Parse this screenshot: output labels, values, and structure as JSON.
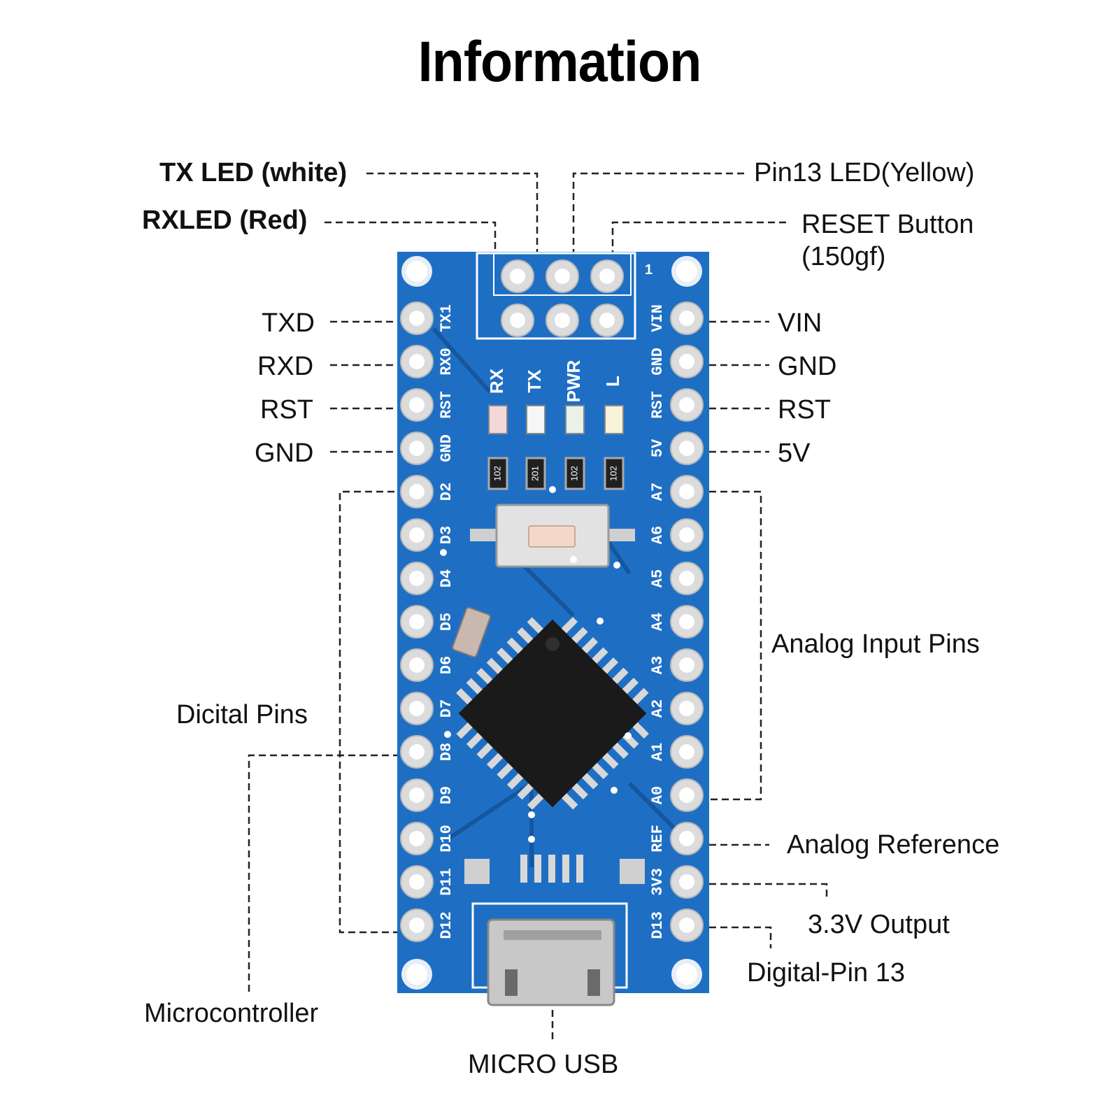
{
  "title": "Information",
  "colors": {
    "board": "#1e6fc4",
    "board_dark": "#15569e",
    "pad": "#dcdcdc",
    "pad_hole": "#ffffff",
    "chip": "#1a1a1a",
    "leader": "#222222"
  },
  "callouts": {
    "tx_led": "TX LED (white)",
    "rx_led": "RXLED (Red)",
    "pin13_led": "Pin13 LED(Yellow)",
    "reset_button": "RESET Button",
    "reset_button_force": "(150gf)",
    "txd": "TXD",
    "rxd": "RXD",
    "rst_left": "RST",
    "gnd_left": "GND",
    "vin": "VIN",
    "gnd_right": "GND",
    "rst_right": "RST",
    "v5": "5V",
    "analog_inputs": "Analog Input Pins",
    "digital_pins": "Dicital Pins",
    "analog_reference": "Analog Reference",
    "output_3v3": "3.3V Output",
    "digital_pin_13": "Digital-Pin 13",
    "microcontroller": "Microcontroller",
    "micro_usb": "MICRO USB"
  },
  "silkscreen": {
    "left_pins": [
      "TX1",
      "RX0",
      "RST",
      "GND",
      "D2",
      "D3",
      "D4",
      "D5",
      "D6",
      "D7",
      "D8",
      "D9",
      "D10",
      "D11",
      "D12"
    ],
    "right_pins": [
      "VIN",
      "GND",
      "RST",
      "5V",
      "A7",
      "A6",
      "A5",
      "A4",
      "A3",
      "A2",
      "A1",
      "A0",
      "REF",
      "3V3",
      "D13"
    ],
    "leds": [
      "RX",
      "TX",
      "PWR",
      "L"
    ],
    "resistor": "102",
    "resistor_alt": "201",
    "icsp_marker": "1"
  }
}
